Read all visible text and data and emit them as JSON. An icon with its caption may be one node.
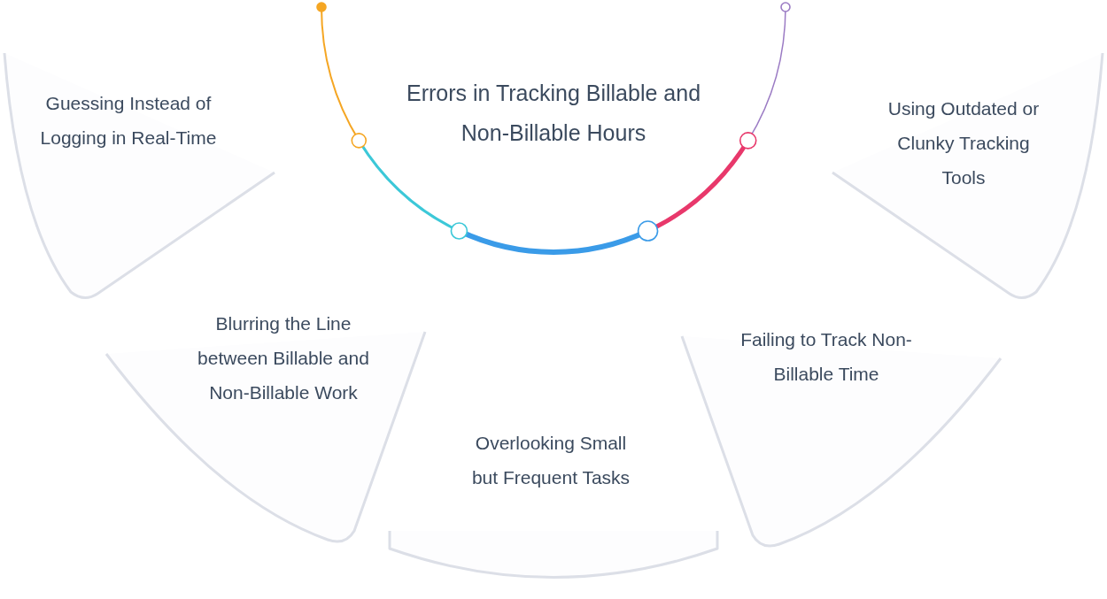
{
  "diagram": {
    "nodes": [
      {
        "text": [
          "Errors in Tracking Billable and Non-Billable Hours"
        ]
      },
      {
        "text": [
          "Guessing Instead of Logging in Real-Time"
        ]
      },
      {
        "text": [
          "Blurring the Line between Billable and Non-Billable Work"
        ]
      },
      {
        "text": [
          "Overlooking Small but Frequent Tasks"
        ]
      },
      {
        "text": [
          "Failing to Track Non-Billable Time"
        ]
      },
      {
        "text": [
          "Using Outdated or Clunky Tracking Tools"
        ]
      }
    ]
  }
}
